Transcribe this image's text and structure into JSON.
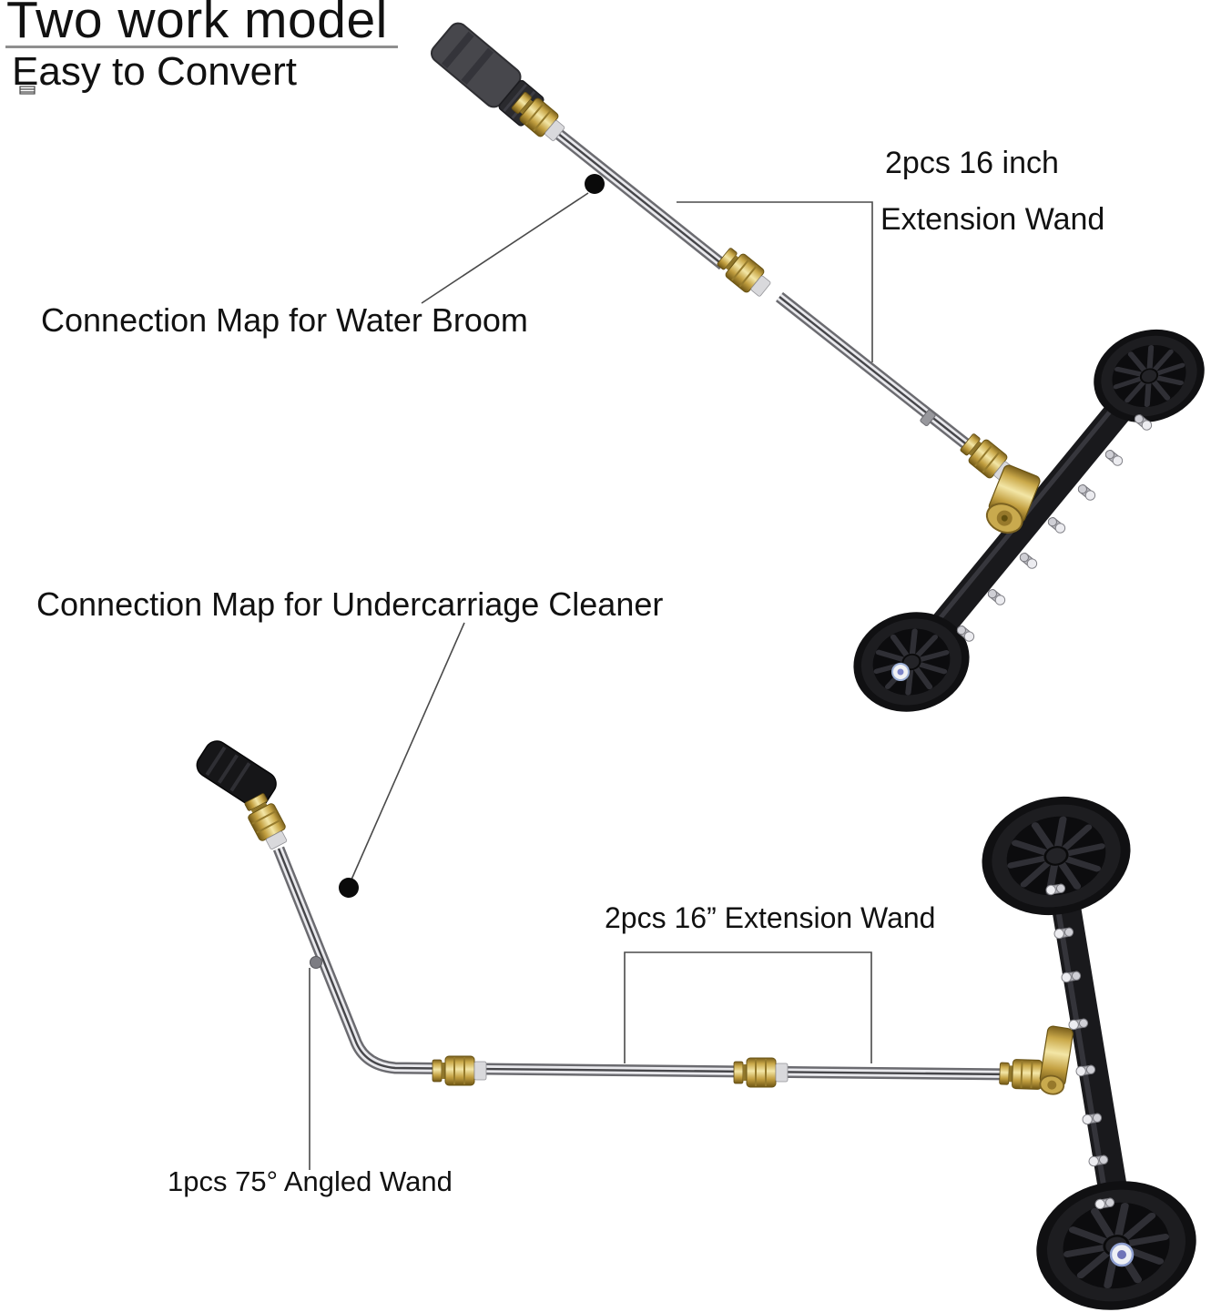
{
  "header": {
    "title": "Two work model",
    "subtitle": "Easy to Convert"
  },
  "annotations": {
    "top_wand_label_line1": "2pcs 16 inch",
    "top_wand_label_line2": "Extension Wand",
    "water_broom_label": "Connection Map for Water Broom",
    "undercarriage_label": "Connection Map for Undercarriage Cleaner",
    "bottom_wand_label": "2pcs 16” Extension Wand",
    "angled_wand_label": "1pcs 75° Angled Wand"
  },
  "colors": {
    "background": "#ffffff",
    "text": "#111111",
    "leader_line": "#4a4a4a",
    "brass": "#c9a94b",
    "steel": "#d9d9dc",
    "frame_black": "#1a1a1d"
  }
}
